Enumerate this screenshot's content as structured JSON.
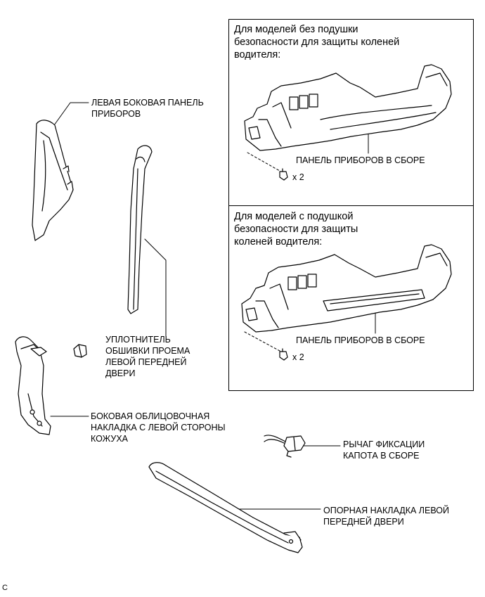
{
  "box_top": {
    "title_lines": [
      "Для моделей без подушки",
      "безопасности для защиты коленей",
      "водителя:"
    ],
    "part_label": "ПАНЕЛЬ ПРИБОРОВ В СБОРЕ",
    "qty": "x 2"
  },
  "box_bottom": {
    "title_lines": [
      "Для моделей с подушкой",
      "безопасности для защиты",
      "коленей водителя:"
    ],
    "part_label": "ПАНЕЛЬ ПРИБОРОВ В СБОРЕ",
    "qty": "x 2"
  },
  "labels": {
    "left_side_panel": [
      "ЛЕВАЯ БОКОВАЯ ПАНЕЛЬ",
      "ПРИБОРОВ"
    ],
    "door_weatherstrip": [
      "УПЛОТНИТЕЛЬ",
      "ОБШИВКИ ПРОЕМА",
      "ЛЕВОЙ ПЕРЕДНЕЙ",
      "ДВЕРИ"
    ],
    "cowl_side_trim": [
      "БОКОВАЯ ОБЛИЦОВОЧНАЯ",
      "НАКЛАДКА С ЛЕВОЙ СТОРОНЫ",
      "КОЖУХА"
    ],
    "hood_lock_lever": [
      "РЫЧАГ ФИКСАЦИИ",
      "КАПОТА В СБОРЕ"
    ],
    "door_scuff_plate": [
      "ОПОРНАЯ НАКЛАДКА ЛЕВОЙ",
      "ПЕРЕДНЕЙ ДВЕРИ"
    ]
  },
  "corner_mark": "C"
}
